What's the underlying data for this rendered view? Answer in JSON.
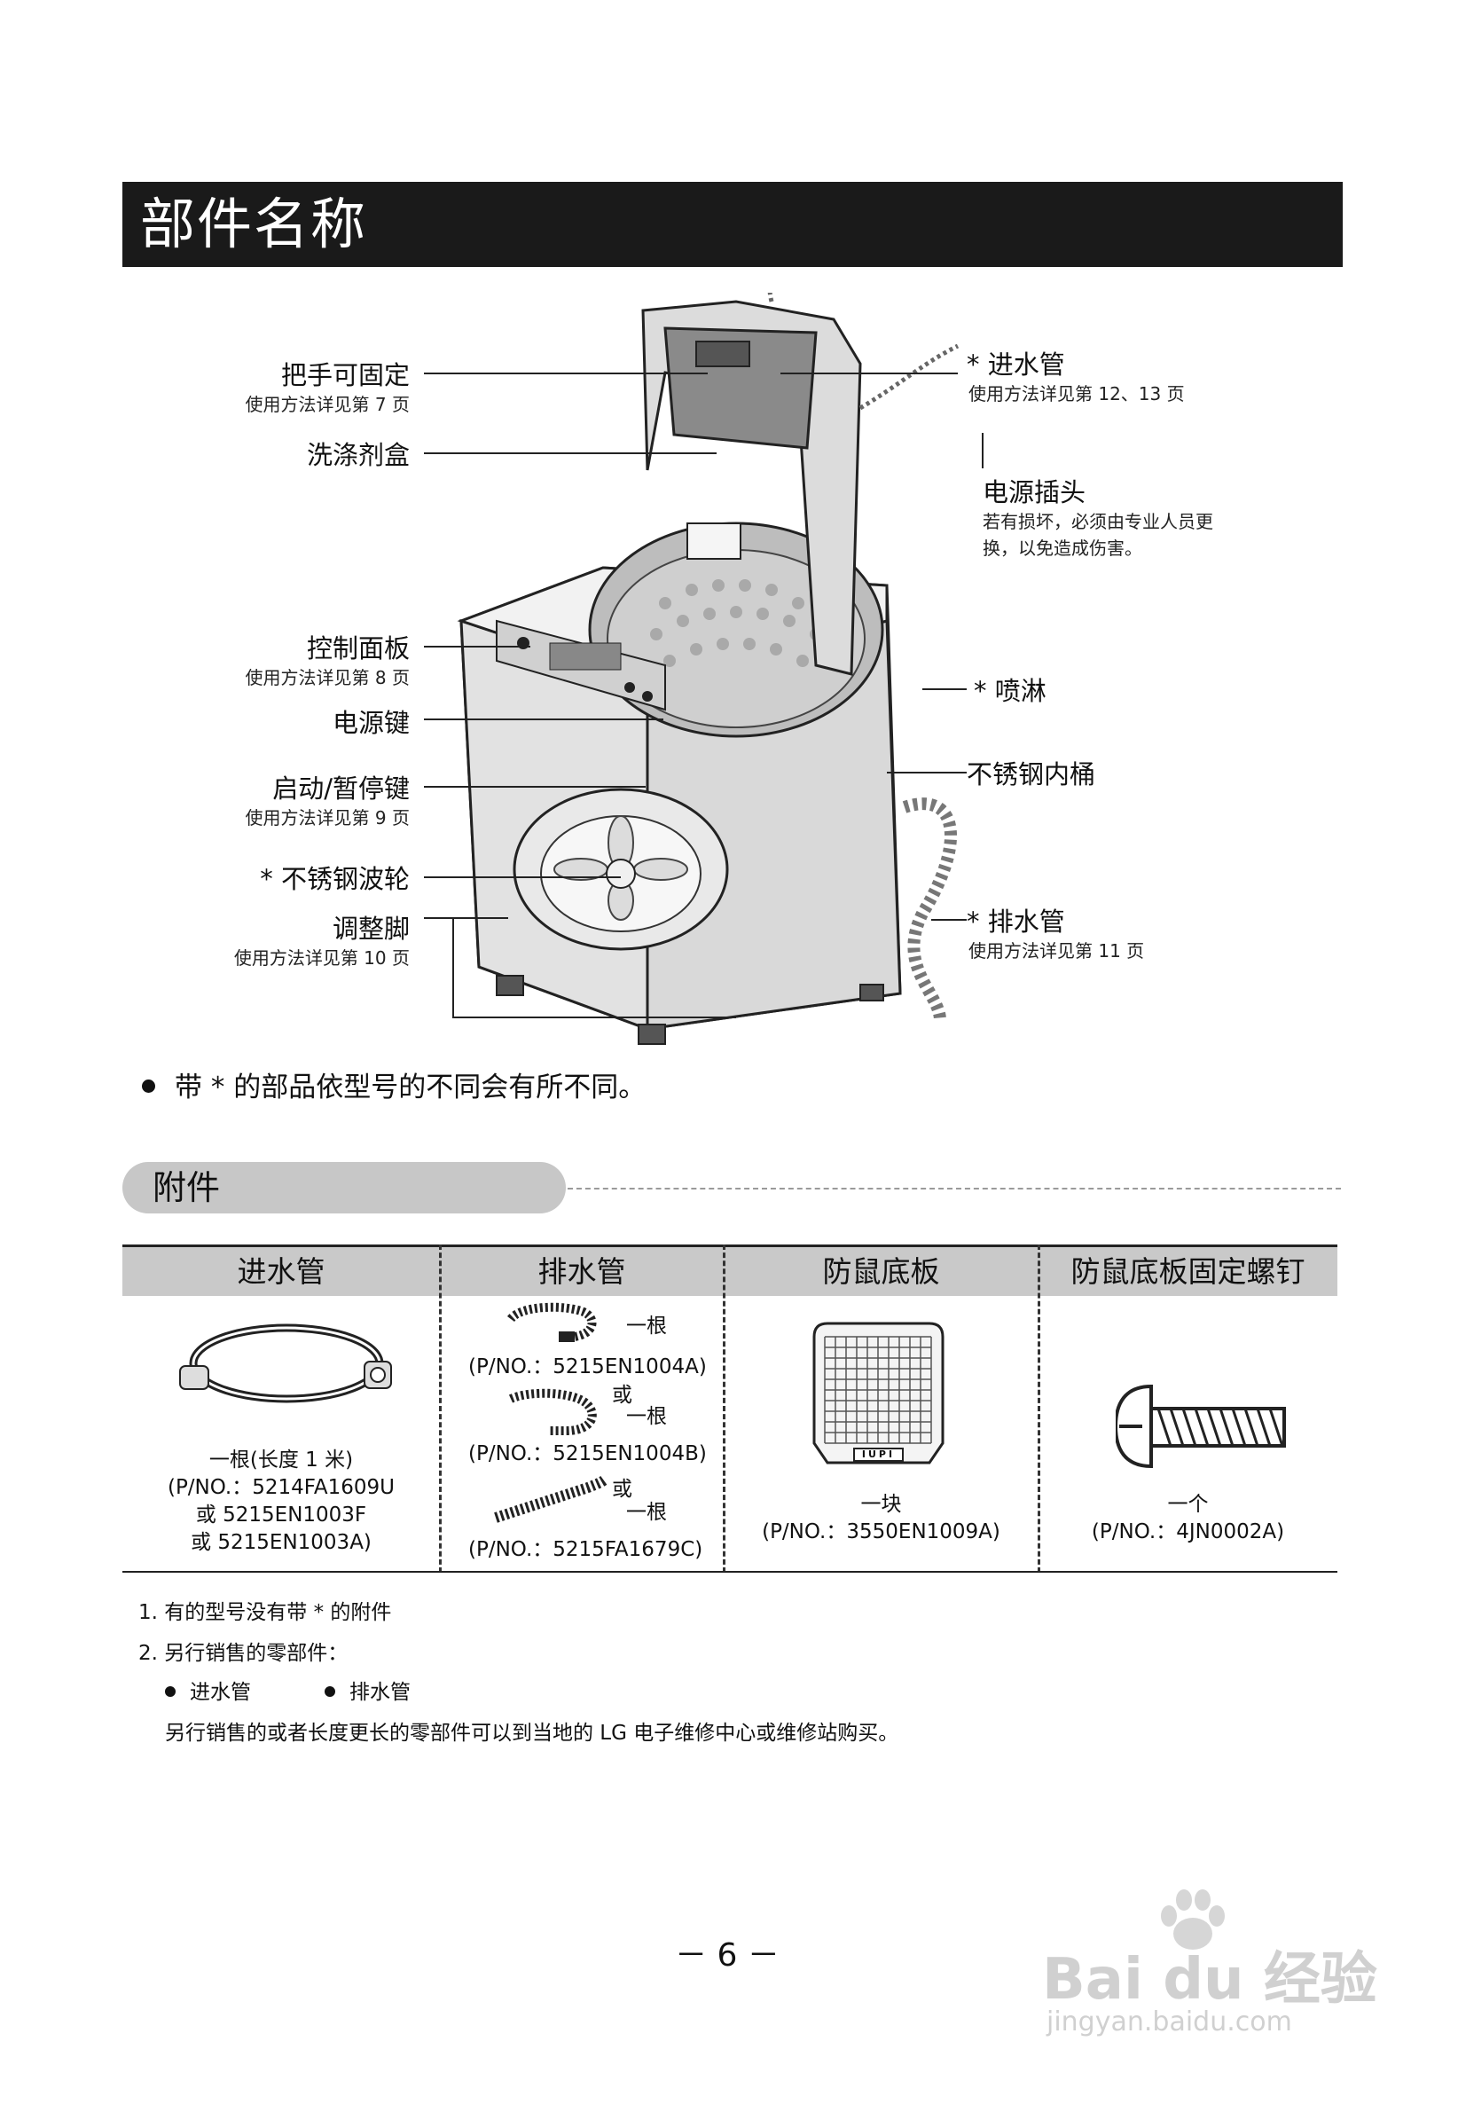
{
  "section_title": "部件名称",
  "callouts_left": [
    {
      "label": "把手可固定",
      "sub": "使用方法详见第 7 页"
    },
    {
      "label": "洗涤剂盒",
      "sub": ""
    },
    {
      "label": "控制面板",
      "sub": "使用方法详见第 8 页"
    },
    {
      "label": "电源键",
      "sub": ""
    },
    {
      "label": "启动/暂停键",
      "sub": "使用方法详见第 9 页"
    },
    {
      "label": "* 不锈钢波轮",
      "sub": ""
    },
    {
      "label": "调整脚",
      "sub": "使用方法详见第 10 页"
    }
  ],
  "callouts_right": [
    {
      "label": "* 进水管",
      "sub": "使用方法详见第 12、13 页"
    },
    {
      "label": "电源插头",
      "sub": "若有损坏，必须由专业人员更",
      "sub2": "换，以免造成伤害。"
    },
    {
      "label": "* 喷淋",
      "sub": ""
    },
    {
      "label": "不锈钢内桶",
      "sub": ""
    },
    {
      "label": "* 排水管",
      "sub": "使用方法详见第 11 页"
    }
  ],
  "model_note": "带 * 的部品依型号的不同会有所不同。",
  "accessories_title": "附件",
  "table": {
    "headers": [
      "进水管",
      "排水管",
      "防鼠底板",
      "防鼠底板固定螺钉"
    ],
    "inlet": [
      "一根(长度 1 米)",
      "(P/NO.：5214FA1609U",
      "或 5215EN1003F",
      "或 5215EN1003A)"
    ],
    "drain": [
      {
        "qty": "一根",
        "pn": "(P/NO.：5215EN1004A)"
      },
      {
        "or": "或",
        "qty": "一根",
        "pn": "(P/NO.：5215EN1004B)"
      },
      {
        "or": "或",
        "qty": "一根",
        "pn": "(P/NO.：5215FA1679C)"
      }
    ],
    "plate": [
      "一块",
      "(P/NO.：3550EN1009A)"
    ],
    "plate_mark": "IUPI",
    "screw": [
      "一个",
      "(P/NO.：4JN0002A)"
    ]
  },
  "footnotes": {
    "n1": "1. 有的型号没有带 * 的附件",
    "n2": "2. 另行销售的零部件：",
    "b1": "进水管",
    "b2": "排水管",
    "n3": "另行销售的或者长度更长的零部件可以到当地的 LG 电子维修中心或维修站购买。"
  },
  "page_number": "－ 6 －",
  "watermark": {
    "brand": "Bai du 经验",
    "url": "jingyan.baidu.com"
  }
}
